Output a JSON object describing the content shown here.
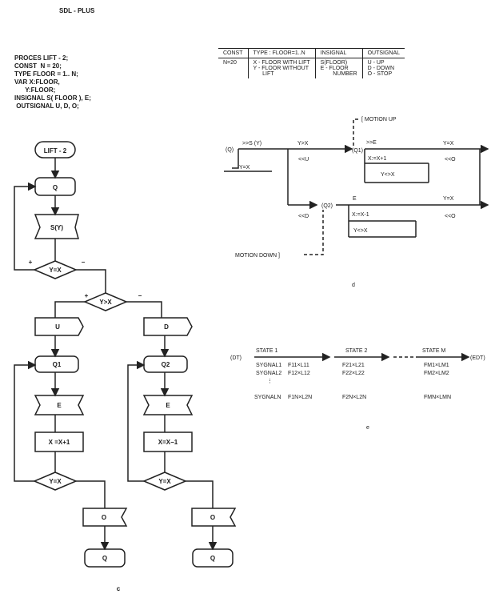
{
  "title": "SDL - PLUS",
  "code_lines": [
    "PROCES LIFT - 2;",
    "CONST  N = 20;",
    "TYPE FLOOR = 1.. N;",
    "VAR X:FLOOR,",
    "      Y:FLOOR;",
    "INSIGNAL S( FLOOR ), E;",
    " OUTSIGNAL U, D, O;"
  ],
  "table": {
    "headers": [
      "CONST",
      "TYPE : FLOOR=1..N",
      "INSIGNAL",
      "OUTSIGNAL"
    ],
    "row": [
      [
        "N=20"
      ],
      [
        "X - FLOOR WITH LIFT",
        "Y - FLOOR WITHOUT",
        "      LIFT"
      ],
      [
        "S(FLOOR)",
        "E - FLOOR",
        "        NUMBER"
      ],
      [
        "U - UP",
        "D - DOWN",
        "O - STOP"
      ]
    ]
  },
  "flowchart_c": {
    "caption": "c",
    "start": "LIFT - 2",
    "wait_state": "Q",
    "input_s": "S(Y)",
    "decision_eq": "Y=X",
    "decision_gt": "Y>X",
    "plus": "+",
    "minus": "−",
    "left": {
      "out": "U",
      "state": "Q1",
      "input": "E",
      "task": "X =X+1",
      "decision": "Y=X",
      "stop": "O",
      "end": "Q"
    },
    "right": {
      "out": "D",
      "state": "Q2",
      "input": "E",
      "task": "X=X−1",
      "decision": "Y=X",
      "stop": "O",
      "end": "Q"
    }
  },
  "diagram_d": {
    "caption": "d",
    "q": "(Q)",
    "sy": ">>S (Y)",
    "yeqx": "Y=X",
    "ygtx": "Y>X",
    "ltu": "<<U",
    "q1": "(Q1)",
    "motion_up": "[ MOTION UP",
    "ge": ">>E",
    "xinc": "X:=X+1",
    "ynex1": "Y<>X",
    "yeqx_up": "Y=X",
    "lto_up": "<<O",
    "ltd": "<<D",
    "q2": "(Q2)",
    "e": "E",
    "xdec": "X:=X-1",
    "ynex2": "Y<>X",
    "yeqx_dn": "Y=X",
    "lto_dn": "<<O",
    "motion_down": "MOTION DOWN ]"
  },
  "diagram_e": {
    "caption": "e",
    "dt": "(DT)",
    "edt": "(EDT)",
    "states": [
      "STATE 1",
      "STATE 2",
      "STATE M"
    ],
    "sig1": [
      "SYGNAL1",
      "SYGNAL2",
      "SYGNALN"
    ],
    "col1": [
      "F11×L11",
      "F12×L12",
      "F1N×L2N"
    ],
    "col2": [
      "F21×L21",
      "F22×L22",
      "F2N×L2N"
    ],
    "colm": [
      "FM1×LM1",
      "FM2×LM2",
      "FMN×LMN"
    ]
  }
}
